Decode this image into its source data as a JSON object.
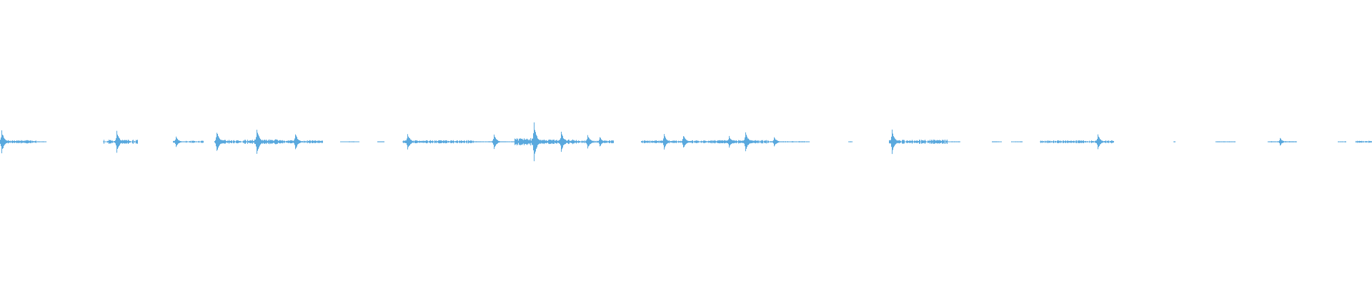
{
  "waveform": {
    "color": "#5aa9de",
    "background": "#ffffff",
    "bursts": [
      {
        "start": 0.0,
        "end": 0.026,
        "amp": 0.3,
        "density": 1.0
      },
      {
        "start": 0.026,
        "end": 0.034,
        "amp": 0.04,
        "density": 0.5
      },
      {
        "start": 0.075,
        "end": 0.1,
        "amp": 0.4,
        "density": 0.8
      },
      {
        "start": 0.126,
        "end": 0.148,
        "amp": 0.2,
        "density": 0.5
      },
      {
        "start": 0.157,
        "end": 0.18,
        "amp": 0.38,
        "density": 0.9
      },
      {
        "start": 0.18,
        "end": 0.205,
        "amp": 0.45,
        "density": 1.0
      },
      {
        "start": 0.205,
        "end": 0.235,
        "amp": 0.32,
        "density": 0.9
      },
      {
        "start": 0.248,
        "end": 0.262,
        "amp": 0.05,
        "density": 0.3
      },
      {
        "start": 0.275,
        "end": 0.28,
        "amp": 0.04,
        "density": 0.6
      },
      {
        "start": 0.293,
        "end": 0.345,
        "amp": 0.3,
        "density": 0.9
      },
      {
        "start": 0.345,
        "end": 0.375,
        "amp": 0.1,
        "density": 0.7
      },
      {
        "start": 0.375,
        "end": 0.39,
        "amp": 0.7,
        "density": 1.0
      },
      {
        "start": 0.39,
        "end": 0.42,
        "amp": 0.45,
        "density": 1.0
      },
      {
        "start": 0.42,
        "end": 0.447,
        "amp": 0.28,
        "density": 0.9
      },
      {
        "start": 0.467,
        "end": 0.517,
        "amp": 0.28,
        "density": 0.9
      },
      {
        "start": 0.517,
        "end": 0.56,
        "amp": 0.32,
        "density": 0.9
      },
      {
        "start": 0.56,
        "end": 0.59,
        "amp": 0.12,
        "density": 0.6
      },
      {
        "start": 0.618,
        "end": 0.621,
        "amp": 0.02,
        "density": 0.5
      },
      {
        "start": 0.648,
        "end": 0.69,
        "amp": 0.4,
        "density": 0.9
      },
      {
        "start": 0.69,
        "end": 0.7,
        "amp": 0.04,
        "density": 0.5
      },
      {
        "start": 0.723,
        "end": 0.73,
        "amp": 0.06,
        "density": 0.5
      },
      {
        "start": 0.737,
        "end": 0.745,
        "amp": 0.06,
        "density": 0.5
      },
      {
        "start": 0.758,
        "end": 0.812,
        "amp": 0.28,
        "density": 0.9
      },
      {
        "start": 0.855,
        "end": 0.857,
        "amp": 0.02,
        "density": 0.5
      },
      {
        "start": 0.886,
        "end": 0.9,
        "amp": 0.06,
        "density": 0.6
      },
      {
        "start": 0.924,
        "end": 0.945,
        "amp": 0.12,
        "density": 0.8
      },
      {
        "start": 0.975,
        "end": 0.981,
        "amp": 0.1,
        "density": 0.7
      },
      {
        "start": 0.988,
        "end": 1.0,
        "amp": 0.18,
        "density": 0.9
      }
    ],
    "spikes": [
      {
        "pos": 0.001,
        "amp": 0.6
      },
      {
        "pos": 0.085,
        "amp": 0.55
      },
      {
        "pos": 0.128,
        "amp": 0.28
      },
      {
        "pos": 0.158,
        "amp": 0.55
      },
      {
        "pos": 0.187,
        "amp": 0.7
      },
      {
        "pos": 0.215,
        "amp": 0.45
      },
      {
        "pos": 0.297,
        "amp": 0.45
      },
      {
        "pos": 0.36,
        "amp": 0.38
      },
      {
        "pos": 0.389,
        "amp": 1.0
      },
      {
        "pos": 0.409,
        "amp": 0.55
      },
      {
        "pos": 0.428,
        "amp": 0.4
      },
      {
        "pos": 0.437,
        "amp": 0.25
      },
      {
        "pos": 0.484,
        "amp": 0.4
      },
      {
        "pos": 0.498,
        "amp": 0.35
      },
      {
        "pos": 0.531,
        "amp": 0.3
      },
      {
        "pos": 0.543,
        "amp": 0.55
      },
      {
        "pos": 0.564,
        "amp": 0.25
      },
      {
        "pos": 0.65,
        "amp": 0.6
      },
      {
        "pos": 0.8,
        "amp": 0.4
      },
      {
        "pos": 0.933,
        "amp": 0.2
      }
    ]
  }
}
